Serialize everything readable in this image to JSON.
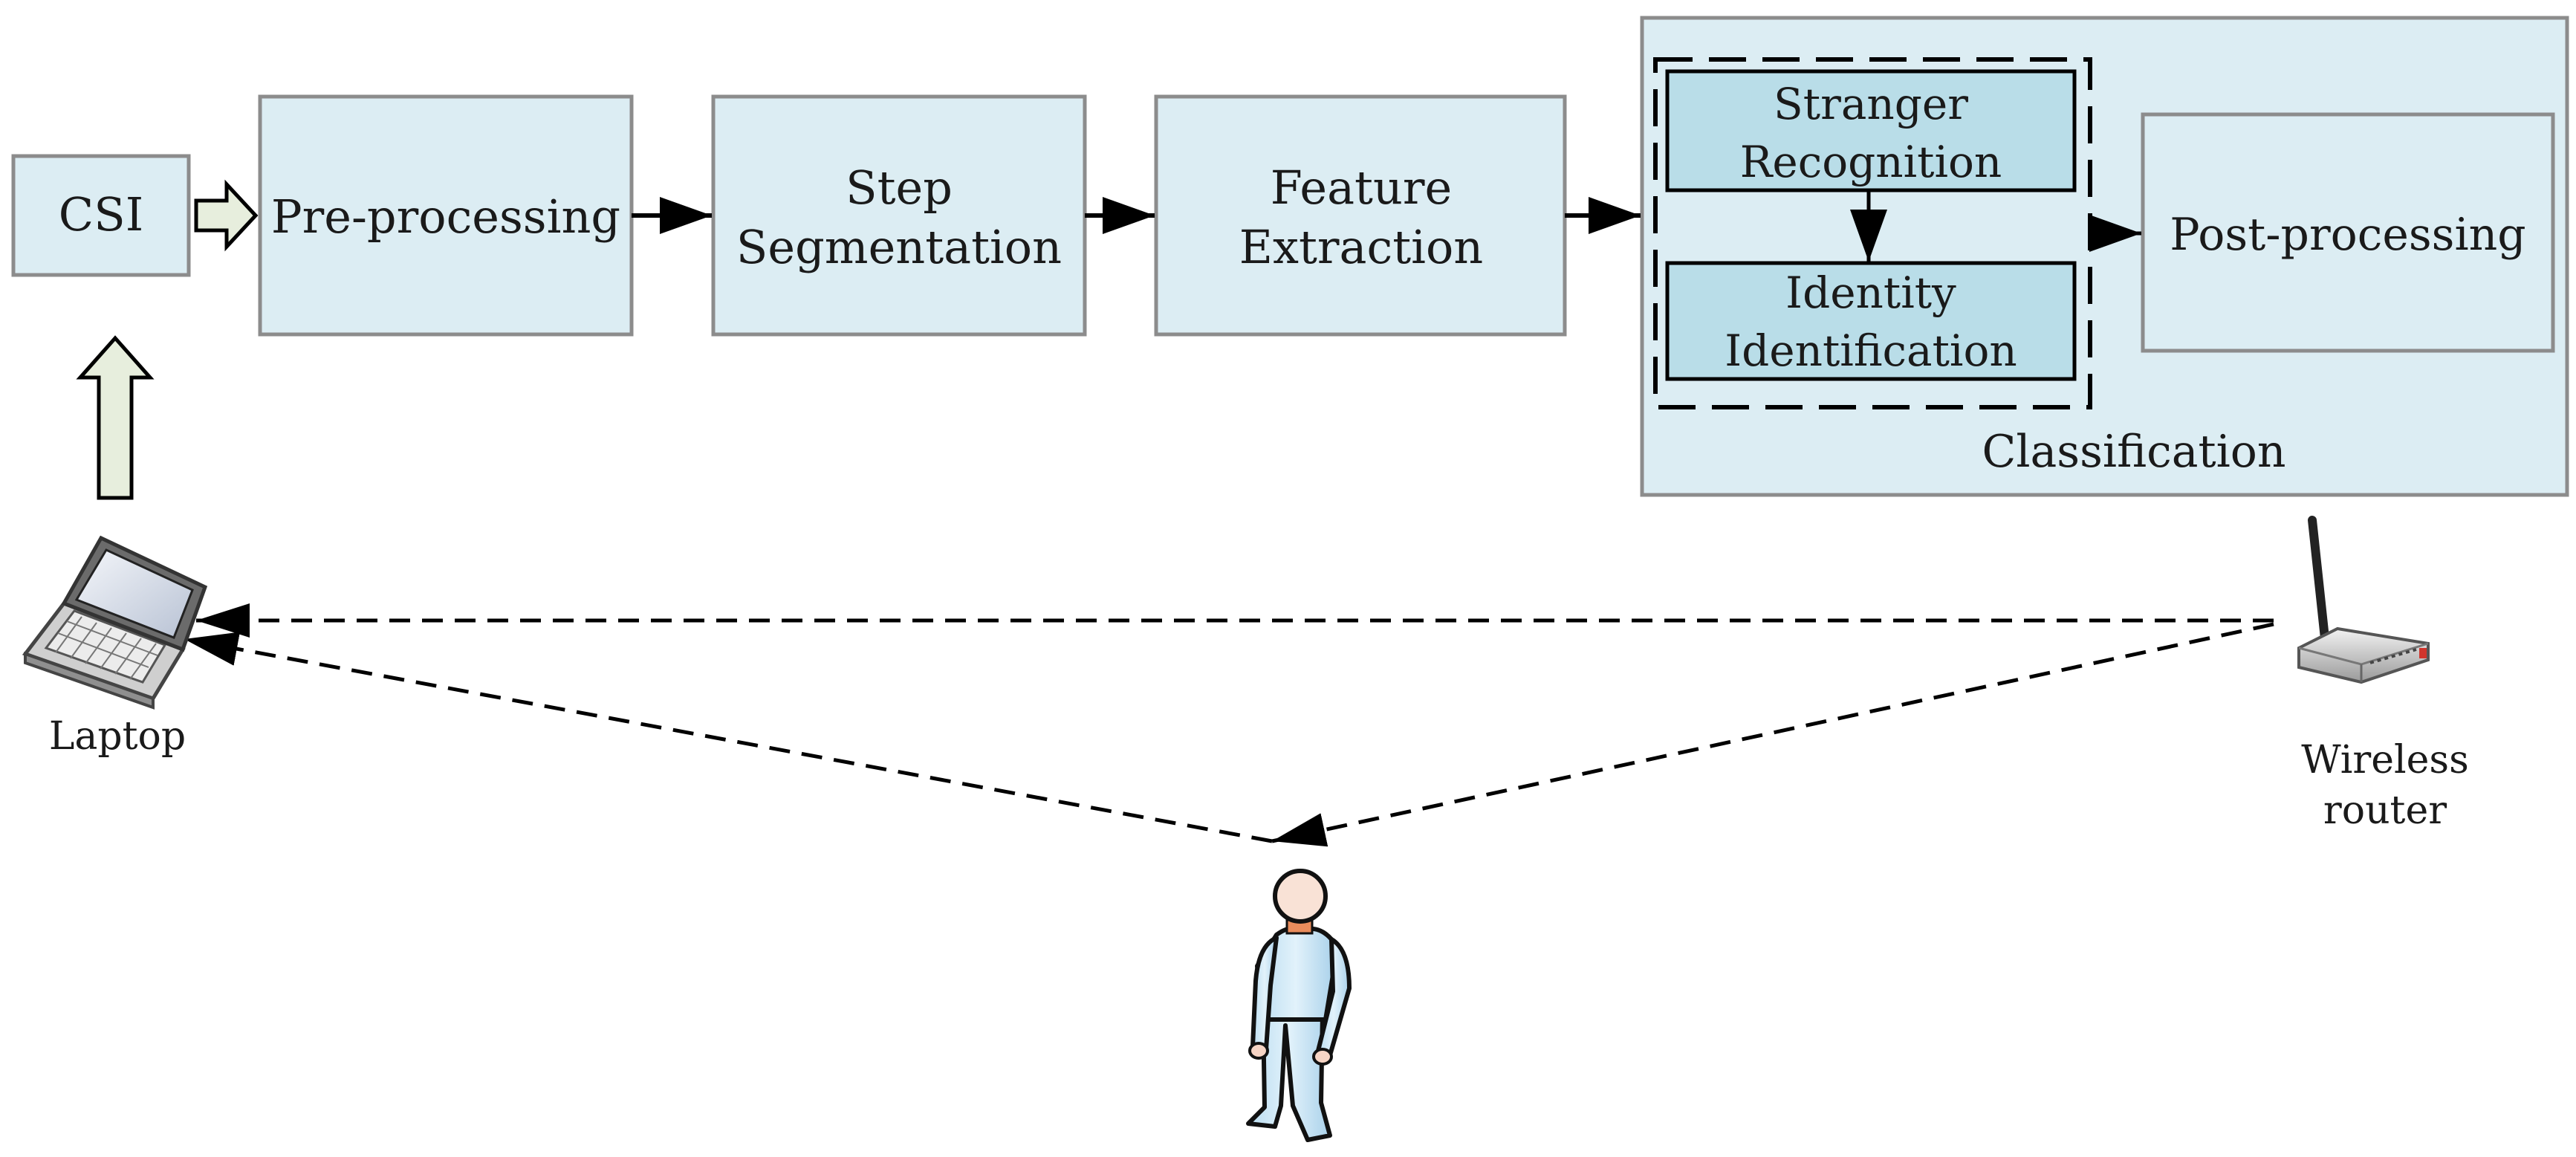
{
  "colors": {
    "box_fill": "#dcedf3",
    "box_stroke": "#8c8c8c",
    "inner_fill": "#b9dde8",
    "csi_arrow_fill": "#e7eedd"
  },
  "nodes": {
    "csi": "CSI",
    "preprocessing": "Pre-processing",
    "step_segmentation": [
      "Step",
      "Segmentation"
    ],
    "feature_extraction": [
      "Feature",
      "Extraction"
    ],
    "stranger_recognition": [
      "Stranger",
      "Recognition"
    ],
    "identity_identification": [
      "Identity",
      "Identification"
    ],
    "postprocessing": "Post-processing",
    "classification": "Classification"
  },
  "devices": {
    "laptop": "Laptop",
    "router": [
      "Wireless",
      "router"
    ]
  },
  "icons": [
    "laptop-icon",
    "wireless-router-icon",
    "person-icon"
  ]
}
